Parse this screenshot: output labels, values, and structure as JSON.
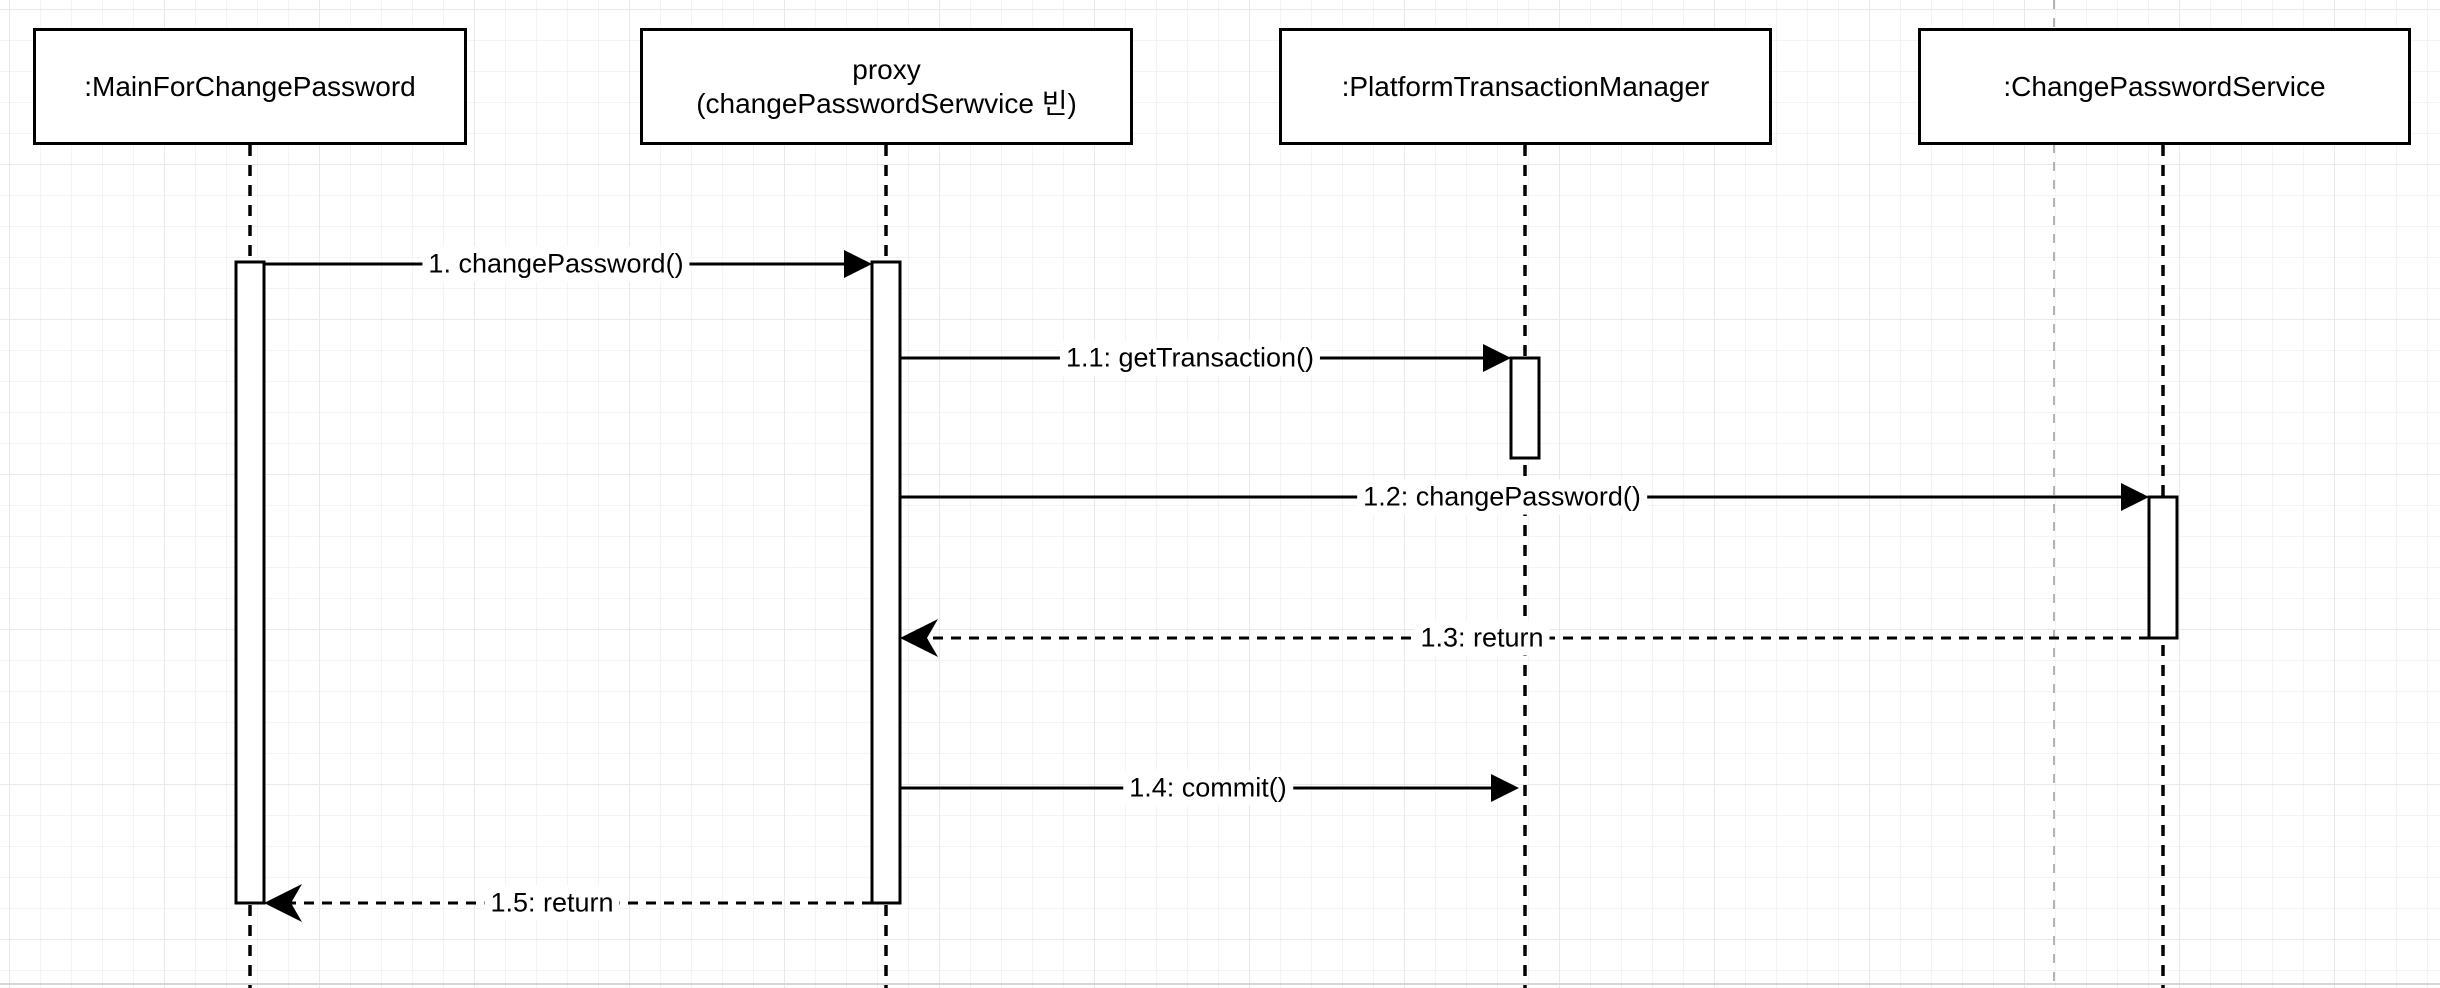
{
  "diagram": {
    "type": "uml-sequence",
    "participants": [
      {
        "id": "main",
        "label": ":MainForChangePassword"
      },
      {
        "id": "proxy",
        "label": "proxy",
        "label2": "(changePasswordSerwvice 빈)"
      },
      {
        "id": "ptm",
        "label": ":PlatformTransactionManager"
      },
      {
        "id": "cps",
        "label": ":ChangePasswordService"
      }
    ],
    "messages": [
      {
        "seq": "1",
        "label": "1. changePassword()",
        "from": "main",
        "to": "proxy",
        "kind": "call"
      },
      {
        "seq": "1.1",
        "label": "1.1: getTransaction()",
        "from": "proxy",
        "to": "ptm",
        "kind": "call"
      },
      {
        "seq": "1.2",
        "label": "1.2: changePassword()",
        "from": "proxy",
        "to": "cps",
        "kind": "call"
      },
      {
        "seq": "1.3",
        "label": "1.3: return",
        "from": "cps",
        "to": "proxy",
        "kind": "return"
      },
      {
        "seq": "1.4",
        "label": "1.4: commit()",
        "from": "proxy",
        "to": "ptm",
        "kind": "call"
      },
      {
        "seq": "1.5",
        "label": "1.5: return",
        "from": "proxy",
        "to": "main",
        "kind": "return"
      }
    ],
    "colors": {
      "stroke": "#000000",
      "shape_fill": "#ffffff",
      "grid_minor": "#f4f4f4",
      "grid_major": "#e9e9e9",
      "page_divider": "#b3b3b3",
      "background": "#ffffff"
    }
  }
}
